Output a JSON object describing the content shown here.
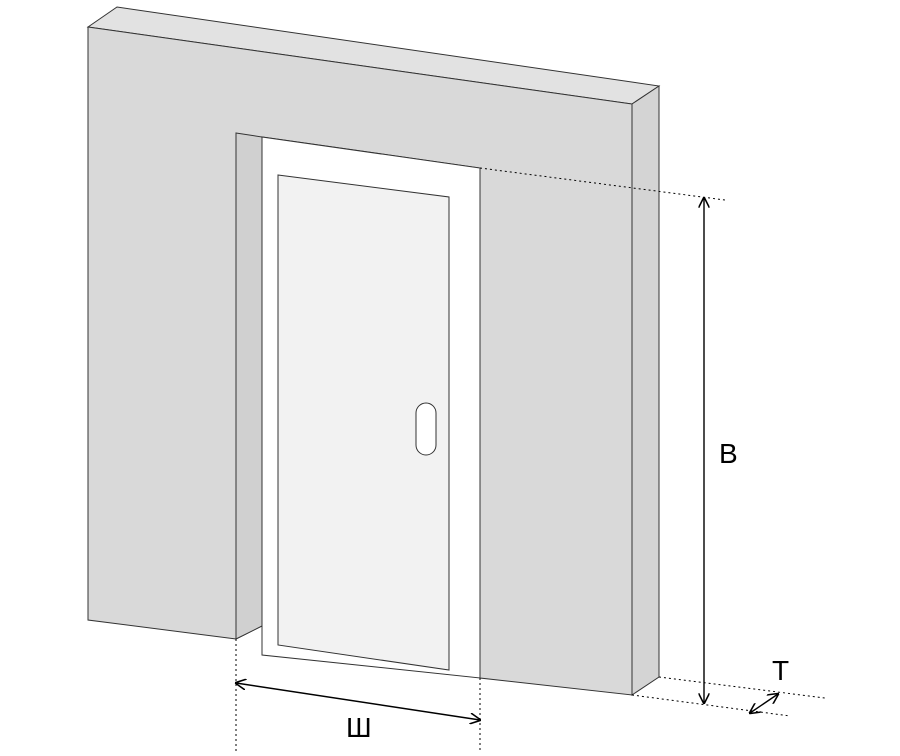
{
  "diagram": {
    "labels": {
      "height": "В",
      "width": "Ш",
      "thickness": "Т"
    },
    "colors": {
      "wall_front": "#d9d9d9",
      "wall_side": "#d4d4d4",
      "wall_top": "#e2e2e2",
      "opening_jamb": "#d0d0d0",
      "door_frame": "#ffffff",
      "door_leaf": "#f2f2f2",
      "outline": "#333333",
      "dimension_line": "#000000"
    },
    "icons": {
      "handle": "door-handle-icon",
      "arrowheads": "arrow-head-icon"
    }
  }
}
